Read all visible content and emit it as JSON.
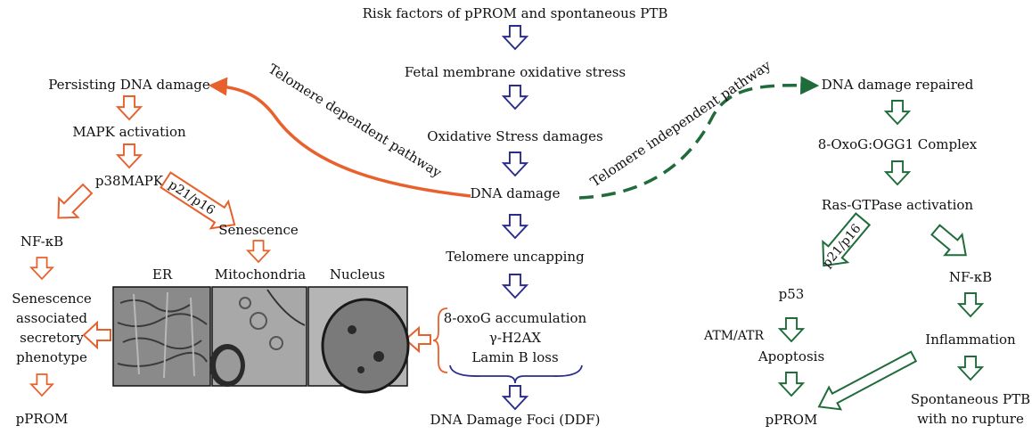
{
  "colors": {
    "blue": "#2b2d8c",
    "orange": "#e8602c",
    "green": "#1f6b3a",
    "text": "#111111"
  },
  "center": {
    "risk": "Risk factors of pPROM and spontaneous PTB",
    "stress": "Fetal membrane oxidative stress",
    "damages": "Oxidative Stress damages",
    "dna": "DNA damage",
    "uncap": "Telomere uncapping",
    "acc1": "8-oxoG accumulation",
    "acc2": "γ-H2AX",
    "acc3": "Lamin B loss",
    "ddf": "DNA Damage Foci (DDF)"
  },
  "left": {
    "pathway": "Telomere dependent pathway",
    "persist": "Persisting DNA damage",
    "mapk": "MAPK activation",
    "p38": "p38MAPK",
    "p21": "p21/p16",
    "nfkb": "NF-κB",
    "sen": "Senescence",
    "sasp1": "Senescence",
    "sasp2": "associated",
    "sasp3": "secretory",
    "sasp4": "phenotype",
    "pprom": "pPROM",
    "er": "ER",
    "mito": "Mitochondria",
    "nucleus": "Nucleus"
  },
  "right": {
    "pathway": "Telomere independent pathway",
    "repaired": "DNA damage repaired",
    "complex": "8-OxoG:OGG1 Complex",
    "ras": "Ras-GTPase activation",
    "p21": "p21/p16",
    "p53": "p53",
    "nfkb": "NF-κB",
    "atm": "ATM/ATR",
    "apop": "Apoptosis",
    "infl": "Inflammation",
    "pprom": "pPROM",
    "spt1": "Spontaneous PTB",
    "spt2": "with no rupture"
  }
}
